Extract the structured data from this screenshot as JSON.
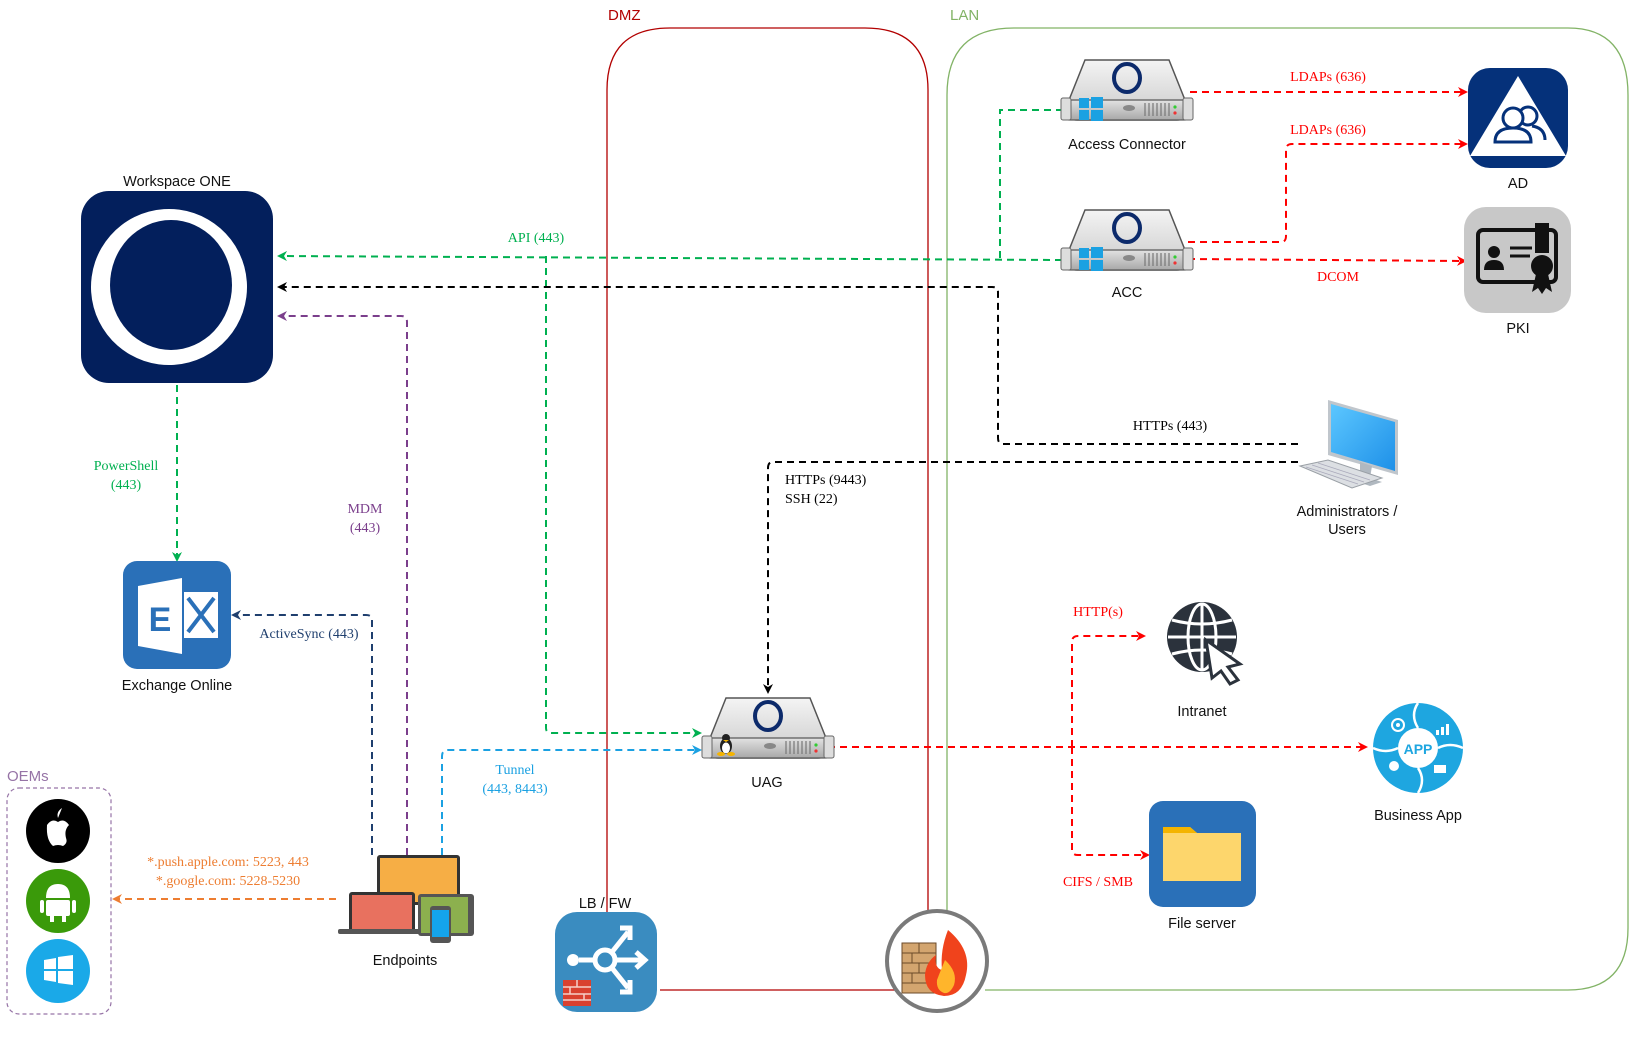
{
  "diagram": {
    "zones": {
      "dmz": {
        "label": "DMZ",
        "color": "#b20000"
      },
      "lan": {
        "label": "LAN",
        "color": "#82b366"
      },
      "oems": {
        "label": "OEMs",
        "color": "#9673a6"
      }
    },
    "nodes": {
      "workspace_one": {
        "label": "Workspace ONE",
        "icon": "workspace-one-logo-icon"
      },
      "exchange": {
        "label": "Exchange Online",
        "icon": "exchange-icon"
      },
      "endpoints": {
        "label": "Endpoints",
        "icon": "devices-icon"
      },
      "lbfw": {
        "label": "LB / FW",
        "icon": "load-balancer-firewall-icon"
      },
      "uag": {
        "label": "UAG",
        "icon": "linux-server-icon"
      },
      "access_connector": {
        "label": "Access Connector",
        "icon": "windows-server-icon"
      },
      "acc": {
        "label": "ACC",
        "icon": "windows-server-icon"
      },
      "ad": {
        "label": "AD",
        "icon": "active-directory-icon"
      },
      "pki": {
        "label": "PKI",
        "icon": "certificate-icon"
      },
      "admins": {
        "label_line1": "Administrators /",
        "label_line2": "Users",
        "icon": "desktop-computer-icon"
      },
      "intranet": {
        "label": "Intranet",
        "icon": "globe-cursor-icon"
      },
      "business_app": {
        "label": "Business App",
        "icon_text": "APP",
        "icon": "app-circle-icon"
      },
      "file_server": {
        "label": "File server",
        "icon": "folder-icon"
      },
      "firewall": {
        "icon": "firewall-icon"
      },
      "oem_apple": {
        "icon": "apple-icon"
      },
      "oem_android": {
        "icon": "android-icon"
      },
      "oem_windows": {
        "icon": "windows-icon"
      }
    },
    "connections": {
      "api": {
        "label": "API (443)",
        "color": "#00b050"
      },
      "powershell": {
        "line1": "PowerShell",
        "line2": "(443)",
        "color": "#00b050"
      },
      "mdm": {
        "line1": "MDM",
        "line2": "(443)",
        "color": "#7b3f8c"
      },
      "activesync": {
        "label": "ActiveSync (443)",
        "color": "#1f3f6e"
      },
      "tunnel": {
        "line1": "Tunnel",
        "line2": "(443, 8443)",
        "color": "#1ba1e2"
      },
      "push": {
        "line1": "*.push.apple.com: 5223, 443",
        "line2": "*.google.com: 5228-5230",
        "color": "#ed7d31"
      },
      "https_admin": {
        "label": "HTTPs (443)",
        "color": "#000000"
      },
      "https_uag": {
        "line1": "HTTPs (9443)",
        "line2": "SSH (22)",
        "color": "#000000"
      },
      "ldaps1": {
        "label": "LDAPs (636)",
        "color": "#ff0000"
      },
      "ldaps2": {
        "label": "LDAPs (636)",
        "color": "#ff0000"
      },
      "dcom": {
        "label": "DCOM",
        "color": "#ff0000"
      },
      "http": {
        "label": "HTTP(s)",
        "color": "#ff0000"
      },
      "cifs": {
        "label": "CIFS / SMB",
        "color": "#ff0000"
      }
    }
  }
}
